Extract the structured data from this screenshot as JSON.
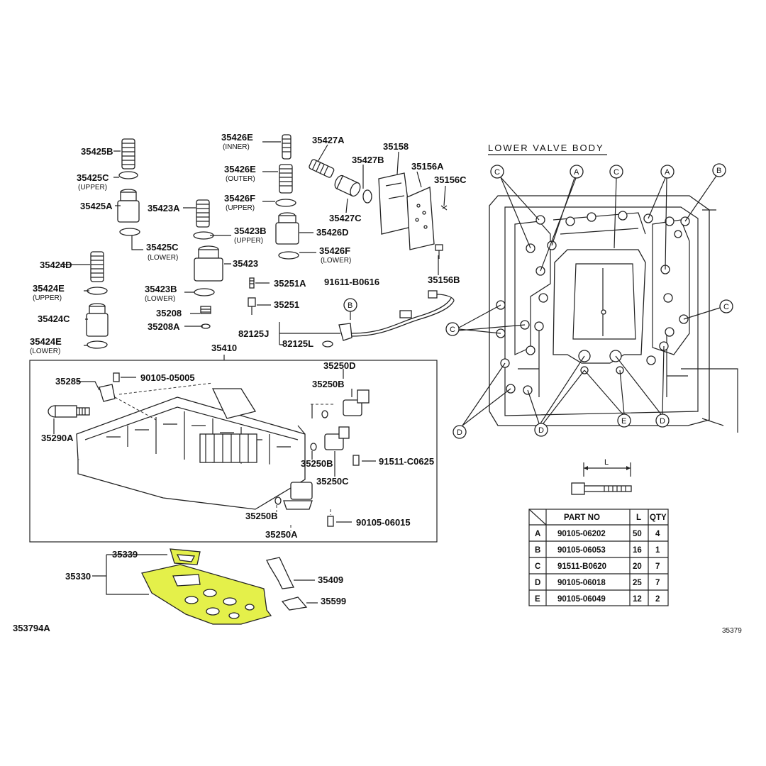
{
  "diagram_code": "353794A",
  "corner_mark": "35379",
  "lower_valve_body": {
    "title": "LOWER VALVE BODY",
    "markers": [
      "A",
      "B",
      "C",
      "D",
      "E"
    ]
  },
  "labels": {
    "p35425B": "35425B",
    "p35425C": "35425C",
    "p35425C_sub": "(UPPER)",
    "p35425A": "35425A",
    "p35425C2": "35425C",
    "p35425C2_sub": "(LOWER)",
    "p35424D": "35424D",
    "p35424E": "35424E",
    "p35424E_sub": "(UPPER)",
    "p35424C": "35424C",
    "p35424E2": "35424E",
    "p35424E2_sub": "(LOWER)",
    "p35426E": "35426E",
    "p35426E_sub": "(INNER)",
    "p35426E2": "35426E",
    "p35426E2_sub": "(OUTER)",
    "p35426F": "35426F",
    "p35426F_sub": "(UPPER)",
    "p35423A": "35423A",
    "p35423B": "35423B",
    "p35423B_sub": "(UPPER)",
    "p35426D": "35426D",
    "p35426F2": "35426F",
    "p35426F2_sub": "(LOWER)",
    "p35423": "35423",
    "p35423B2": "35423B",
    "p35423B2_sub": "(LOWER)",
    "p35208": "35208",
    "p35208A": "35208A",
    "p35251A": "35251A",
    "p35251": "35251",
    "p35427A": "35427A",
    "p35427B": "35427B",
    "p35427C": "35427C",
    "p35158": "35158",
    "p35156A": "35156A",
    "p35156C": "35156C",
    "p35156B": "35156B",
    "p91611": "91611-B0616",
    "pB": "B",
    "p82125J": "82125J",
    "p82125L": "82125L",
    "p35410": "35410",
    "p35285": "35285",
    "p90105_05005": "90105-05005",
    "p35290A": "35290A",
    "p35250D": "35250D",
    "p35250B_1": "35250B",
    "p91511_C0625": "91511-C0625",
    "p35250B_2": "35250B",
    "p35250C": "35250C",
    "p35250B_3": "35250B",
    "p35250A": "35250A",
    "p90105_06015": "90105-06015",
    "p35339": "35339",
    "p35330": "35330",
    "p35409": "35409",
    "p35599": "35599",
    "dim_L": "L"
  },
  "bolt_table": {
    "headers": [
      "PART NO",
      "L",
      "QTY"
    ],
    "rows": [
      {
        "code": "A",
        "part_no": "90105-06202",
        "l": "50",
        "qty": "4"
      },
      {
        "code": "B",
        "part_no": "90105-06053",
        "l": "16",
        "qty": "1"
      },
      {
        "code": "C",
        "part_no": "91511-B0620",
        "l": "20",
        "qty": "7"
      },
      {
        "code": "D",
        "part_no": "90105-06018",
        "l": "25",
        "qty": "7"
      },
      {
        "code": "E",
        "part_no": "90105-06049",
        "l": "12",
        "qty": "2"
      }
    ]
  },
  "colors": {
    "highlight": "#e4f04a",
    "ink": "#222222"
  }
}
